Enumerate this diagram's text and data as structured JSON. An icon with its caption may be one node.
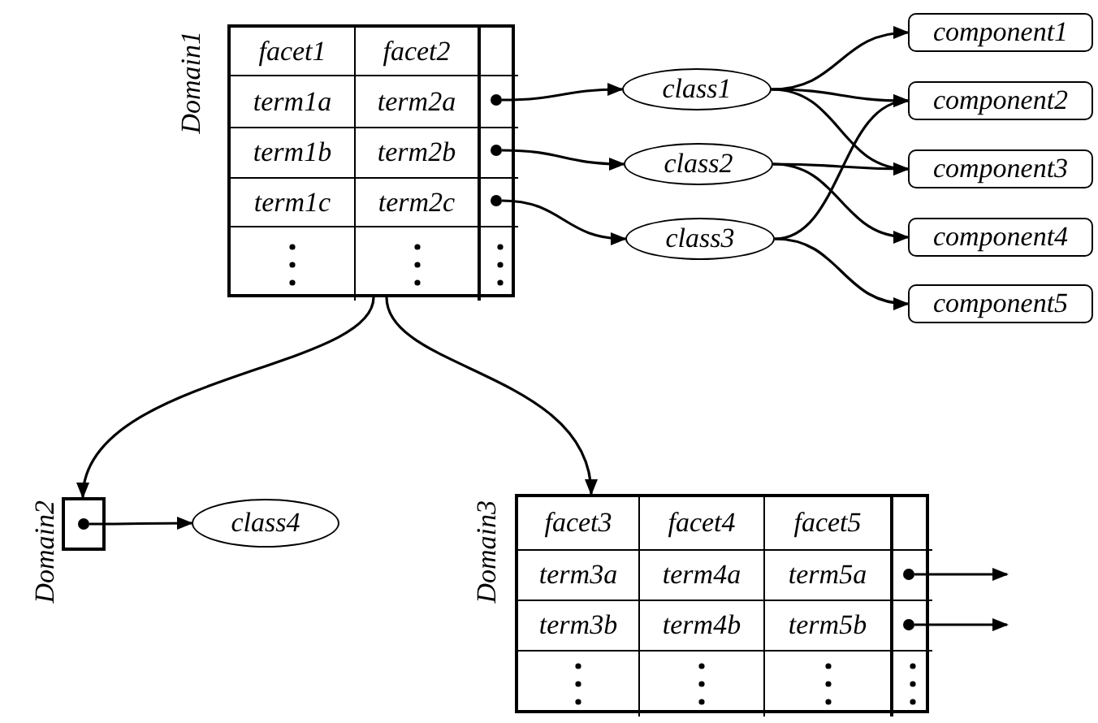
{
  "diagram": {
    "nodes": [
      {
        "text": [
          "Domain1",
          "facet1",
          "facet2",
          "term1a",
          "term2a",
          "term1b",
          "term2b",
          "term1c",
          "term2c"
        ]
      },
      {
        "text": [],
        "shape": "circle",
        "in": 0
      },
      {
        "text": [],
        "shape": "circle",
        "in": 0
      },
      {
        "text": [],
        "shape": "circle",
        "in": 0
      },
      {
        "text": [
          "class1"
        ]
      },
      {
        "text": [
          "class2"
        ]
      },
      {
        "text": [
          "class3"
        ]
      },
      {
        "text": [
          "component1"
        ]
      },
      {
        "text": [
          "component2"
        ]
      },
      {
        "text": [
          "component3"
        ]
      },
      {
        "text": [
          "component4"
        ]
      },
      {
        "text": [
          "component5"
        ]
      },
      {
        "text": [
          "Domain2"
        ]
      },
      {
        "text": [],
        "shape": "circle",
        "in": 12
      },
      {
        "text": [
          "class4"
        ]
      },
      {
        "text": [
          "Domain3",
          "facet3",
          "facet4",
          "facet5",
          "term3a",
          "term4a",
          "term5a",
          "term3b",
          "term4b",
          "term5b"
        ]
      },
      {
        "text": [],
        "shape": "circle",
        "in": 15
      },
      {
        "text": [],
        "shape": "circle",
        "in": 15
      }
    ],
    "edges": [
      {
        "from": 1,
        "to": 4,
        "arrow": "to"
      },
      {
        "from": 2,
        "to": 5,
        "arrow": "to"
      },
      {
        "from": 3,
        "to": 6,
        "arrow": "to"
      },
      {
        "from": 4,
        "to": 7,
        "arrow": "to"
      },
      {
        "from": 4,
        "to": 8,
        "arrow": "to"
      },
      {
        "from": 4,
        "to": 9,
        "arrow": "to"
      },
      {
        "from": 5,
        "to": 9,
        "arrow": "to"
      },
      {
        "from": 5,
        "to": 10,
        "arrow": "to"
      },
      {
        "from": 6,
        "to": 8,
        "arrow": "to"
      },
      {
        "from": 6,
        "to": 11,
        "arrow": "to"
      },
      {
        "from": 0,
        "to": 12,
        "arrow": "to"
      },
      {
        "from": 0,
        "to": 15,
        "arrow": "to"
      },
      {
        "from": 13,
        "to": 14,
        "arrow": "to"
      },
      {
        "from": 16,
        "to": null,
        "arrow": "to"
      },
      {
        "from": 17,
        "to": null,
        "arrow": "to"
      }
    ]
  }
}
